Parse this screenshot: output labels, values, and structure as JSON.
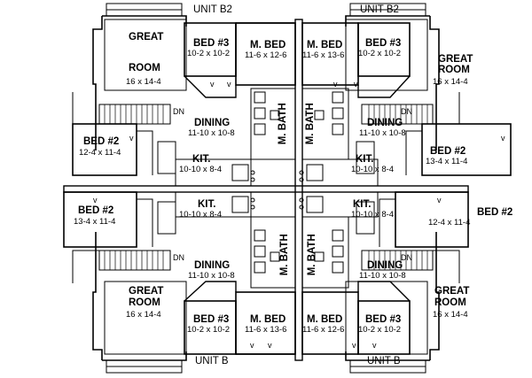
{
  "units": {
    "top_left": "UNIT B2",
    "top_right": "UNIT B2",
    "bottom_left": "UNIT B",
    "bottom_right": "UNIT B"
  },
  "rooms": {
    "great_room": {
      "l1": "GREAT",
      "l2": "ROOM",
      "dim": "16 x 14-4"
    },
    "bed3": {
      "name": "BED #3",
      "dim": "10-2 x 10-2"
    },
    "mbed_a": {
      "name": "M. BED",
      "dim": "11-6 x 12-6"
    },
    "mbed_b": {
      "name": "M. BED",
      "dim": "11-6 x 13-6"
    },
    "mbath": {
      "name": "M. BATH"
    },
    "dining": {
      "name": "DINING",
      "dim": "11-10 x 10-8"
    },
    "bed2_a": {
      "name": "BED #2",
      "dim": "12-4 x 11-4"
    },
    "bed2_b": {
      "name": "BED #2",
      "dim": "13-4 x 11-4"
    },
    "kit": {
      "name": "KIT.",
      "dim": "10-10 x 8-4"
    }
  },
  "marks": {
    "dn": "DN",
    "v": "v"
  }
}
